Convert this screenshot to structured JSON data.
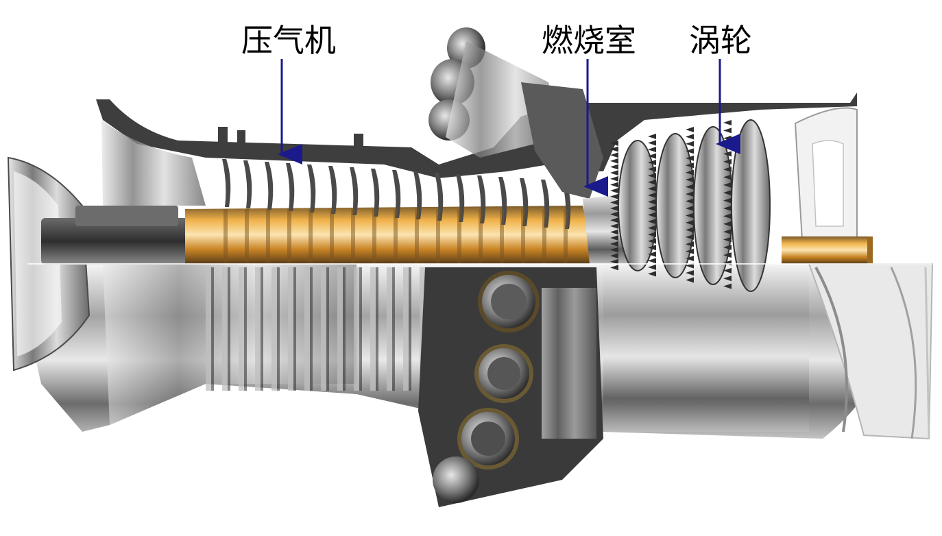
{
  "labels": {
    "compressor": "压气机",
    "combustor": "燃烧室",
    "turbine": "涡轮"
  },
  "colors": {
    "arrow": "#1a1a8c",
    "casing": "#3c3c3c",
    "rotor_gold": "#d4912a",
    "steel_light": "#d8d8d8",
    "steel_dark": "#4a4a4a"
  }
}
